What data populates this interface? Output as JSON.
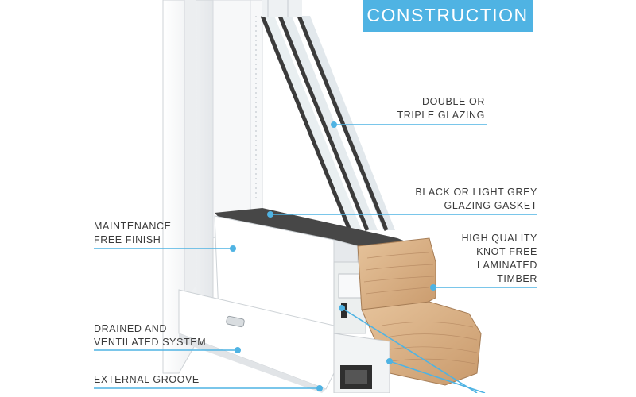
{
  "banner": {
    "text": "CONSTRUCTION"
  },
  "labels": {
    "glazing": [
      "DOUBLE OR",
      "TRIPLE GLAZING"
    ],
    "gasket": [
      "BLACK OR LIGHT GREY",
      "GLAZING GASKET"
    ],
    "finish": [
      "MAINTENANCE",
      "FREE FINISH"
    ],
    "timber": [
      "HIGH QUALITY",
      "KNOT-FREE",
      "LAMINATED",
      "TIMBER"
    ],
    "drained": [
      "DRAINED AND",
      "VENTILATED SYSTEM"
    ],
    "groove": [
      "EXTERNAL GROOVE"
    ]
  },
  "colors": {
    "accent": "#4fb3e3",
    "text": "#3a3a3a",
    "frame": "#f4f5f6",
    "frame_shadow": "#d9dcdf",
    "glass": "#e8eef0",
    "gasket": "#3b3b3b",
    "timber": "#d9b48c",
    "timber_dark": "#b98f66"
  }
}
